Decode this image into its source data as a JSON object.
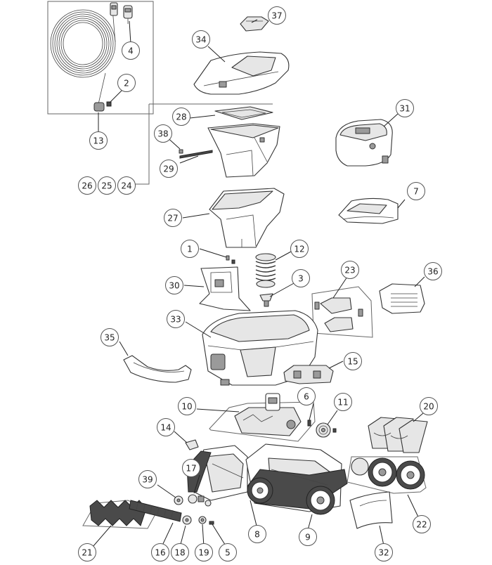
{
  "diagram": {
    "callouts": [
      "1",
      "2",
      "3",
      "4",
      "5",
      "6",
      "7",
      "8",
      "9",
      "10",
      "11",
      "12",
      "13",
      "14",
      "15",
      "16",
      "17",
      "18",
      "19",
      "20",
      "21",
      "22",
      "23",
      "24",
      "25",
      "26",
      "27",
      "28",
      "29",
      "30",
      "31",
      "32",
      "33",
      "34",
      "35",
      "36",
      "37",
      "38",
      "39"
    ]
  },
  "colors": {
    "line": "#333333",
    "light_fill": "#e6e6e6",
    "dark_fill": "#4a4a4a",
    "circle_stroke": "#555555"
  }
}
